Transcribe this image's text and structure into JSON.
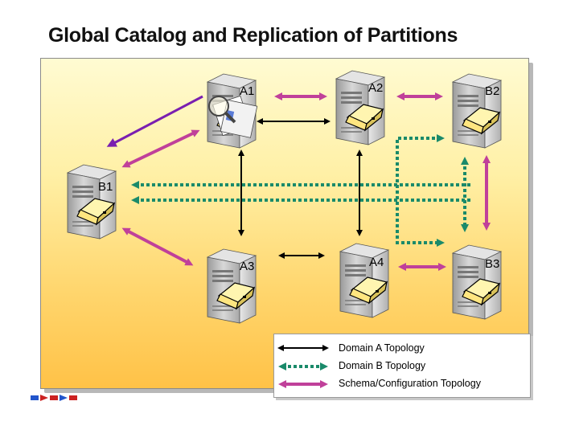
{
  "title": "Global Catalog and Replication of Partitions",
  "servers": [
    {
      "id": "A1",
      "label": "A1",
      "has_magnifier": true
    },
    {
      "id": "A2",
      "label": "A2",
      "has_magnifier": false
    },
    {
      "id": "B2",
      "label": "B2",
      "has_magnifier": false
    },
    {
      "id": "B1",
      "label": "B1",
      "has_magnifier": false
    },
    {
      "id": "A3",
      "label": "A3",
      "has_magnifier": false
    },
    {
      "id": "A4",
      "label": "A4",
      "has_magnifier": false
    },
    {
      "id": "B3",
      "label": "B3",
      "has_magnifier": false
    }
  ],
  "legend": {
    "domain_a": "Domain A Topology",
    "domain_b": "Domain B Topology",
    "schema_config": "Schema/Configuration Topology"
  },
  "colors": {
    "domain_a": "#000000",
    "domain_b": "#1a8a6a",
    "schema_config": "#c0409a",
    "gc_query": "#7a1fb0",
    "panel_top": "#fffbd2",
    "panel_bottom": "#ffc247"
  },
  "icons": [
    "server-icon",
    "folder-icon",
    "magnifier-icon",
    "logo-icon"
  ]
}
